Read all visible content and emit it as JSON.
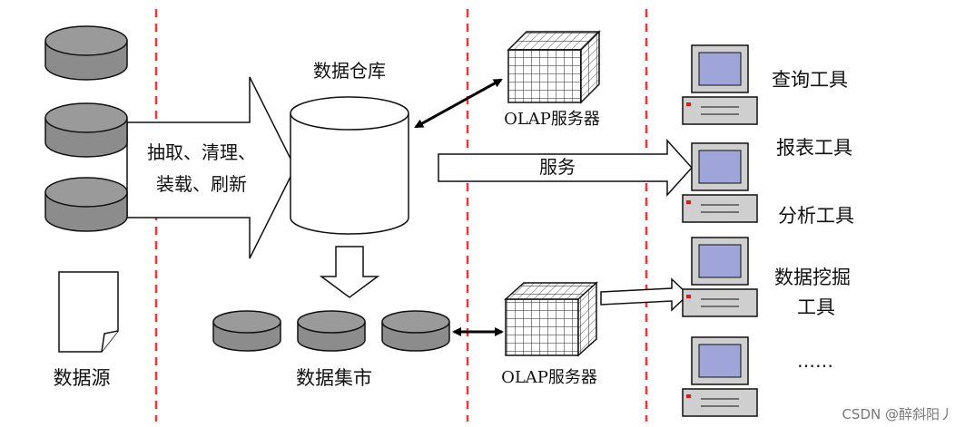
{
  "diagram": {
    "source_label": "数据源",
    "etl_line1": "抽取、清理、",
    "etl_line2": "装载、刷新",
    "warehouse_label": "数据仓库",
    "datamart_label": "数据集市",
    "olap_top_label": "OLAP服务器",
    "olap_bottom_label": "OLAP服务器",
    "service_label": "服务",
    "tools": [
      "查询工具",
      "报表工具",
      "分析工具",
      "数据挖掘",
      "工具",
      "……"
    ],
    "watermark": "CSDN @醉斜阳丿"
  },
  "colors": {
    "divider": "#e8393b",
    "disk_fill": "#8c8c8c",
    "screen": "#9fa4d9",
    "arrow_line": "#000000"
  }
}
